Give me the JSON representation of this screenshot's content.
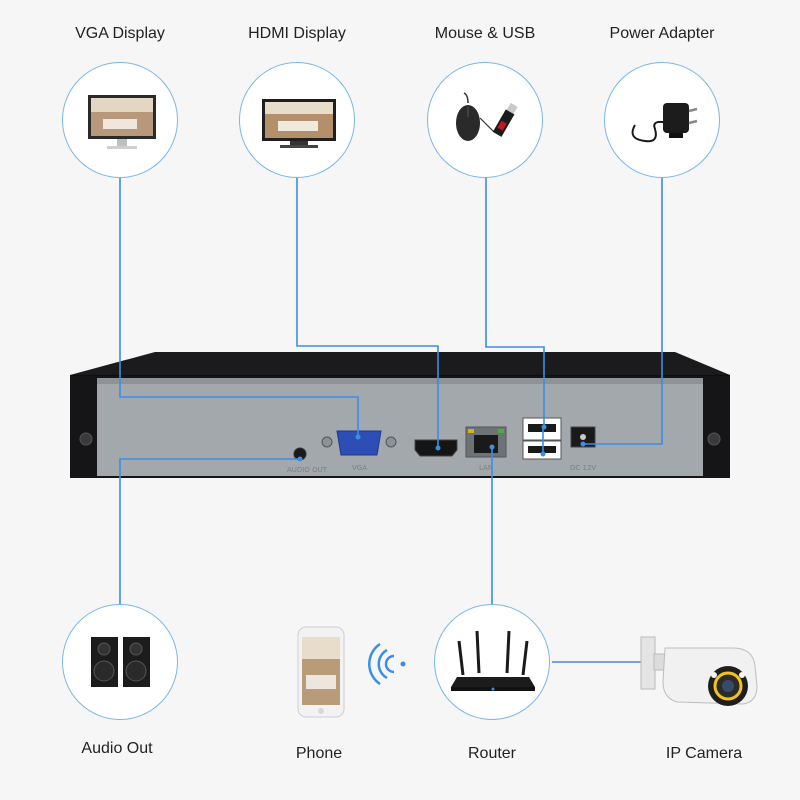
{
  "devices": {
    "vga_display": {
      "label": "VGA Display"
    },
    "hdmi_display": {
      "label": "HDMI Display"
    },
    "mouse_usb": {
      "label": "Mouse & USB"
    },
    "power_adapter": {
      "label": "Power Adapter"
    },
    "audio_out": {
      "label": "Audio Out"
    },
    "phone": {
      "label": "Phone"
    },
    "router": {
      "label": "Router"
    },
    "ip_camera": {
      "label": "IP Camera"
    }
  },
  "nvr_ports": {
    "audio": "AUDIO OUT",
    "vga": "VGA",
    "lan": "LAN",
    "power": "DC 12V"
  },
  "colors": {
    "connector_line": "#3a8ee6",
    "circle_border": "#7ab7e8"
  }
}
